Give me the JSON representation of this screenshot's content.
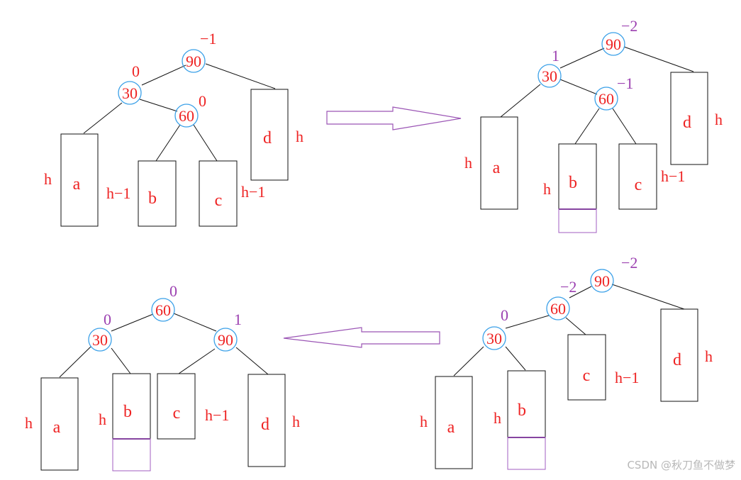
{
  "colors": {
    "text_red": "#ee2222",
    "bf_purple": "#9b3fb0",
    "node_circle": "#3aa0e8",
    "line": "#111111",
    "arrow": "#9b55b5",
    "box_extra": "#a25dc0",
    "watermark": "#b8b8b8"
  },
  "panels": {
    "p1": {
      "n90": {
        "value": "90",
        "bf": "−1"
      },
      "n30": {
        "value": "30",
        "bf": "0"
      },
      "n60": {
        "value": "60",
        "bf": "0"
      },
      "a": {
        "name": "a",
        "height": "h"
      },
      "b": {
        "name": "b",
        "height": "h−1"
      },
      "c": {
        "name": "c",
        "height": "h−1"
      },
      "d": {
        "name": "d",
        "height": "h"
      }
    },
    "p2": {
      "n90": {
        "value": "90",
        "bf": "−2"
      },
      "n30": {
        "value": "30",
        "bf": "1"
      },
      "n60": {
        "value": "60",
        "bf": "−1"
      },
      "a": {
        "name": "a",
        "height": "h"
      },
      "b": {
        "name": "b",
        "height": "h"
      },
      "c": {
        "name": "c",
        "height": "h−1"
      },
      "d": {
        "name": "d",
        "height": "h"
      }
    },
    "p3": {
      "n90": {
        "value": "90",
        "bf": "−2"
      },
      "n60": {
        "value": "60",
        "bf": "−2"
      },
      "n30": {
        "value": "30",
        "bf": "0"
      },
      "a": {
        "name": "a",
        "height": "h"
      },
      "b": {
        "name": "b",
        "height": "h"
      },
      "c": {
        "name": "c",
        "height": "h−1"
      },
      "d": {
        "name": "d",
        "height": "h"
      }
    },
    "p4": {
      "n60": {
        "value": "60",
        "bf": "0"
      },
      "n30": {
        "value": "30",
        "bf": "0"
      },
      "n90": {
        "value": "90",
        "bf": "1"
      },
      "a": {
        "name": "a",
        "height": "h"
      },
      "b": {
        "name": "b",
        "height": "h"
      },
      "c": {
        "name": "c",
        "height": "h−1"
      },
      "d": {
        "name": "d",
        "height": "h"
      }
    }
  },
  "watermark": "CSDN @秋刀鱼不做梦"
}
